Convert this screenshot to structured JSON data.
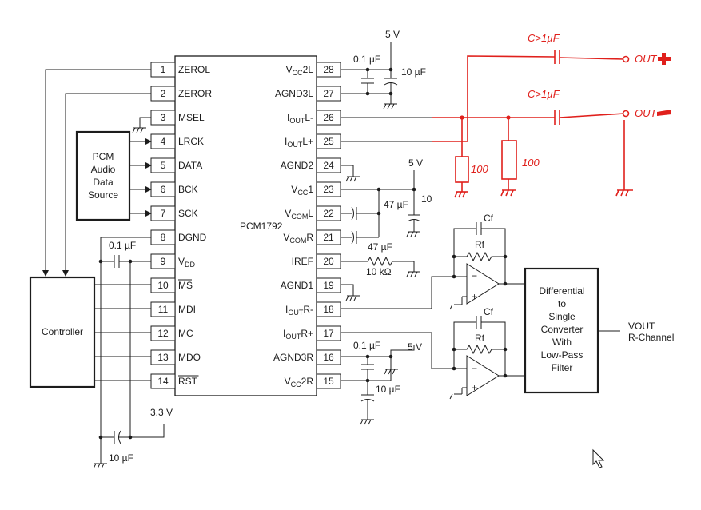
{
  "chip": {
    "name": "PCM1792",
    "left_pins": [
      {
        "num": "1",
        "label": "ZEROL"
      },
      {
        "num": "2",
        "label": "ZEROR"
      },
      {
        "num": "3",
        "label": "MSEL"
      },
      {
        "num": "4",
        "label": "LRCK"
      },
      {
        "num": "5",
        "label": "DATA"
      },
      {
        "num": "6",
        "label": "BCK"
      },
      {
        "num": "7",
        "label": "SCK"
      },
      {
        "num": "8",
        "label": "DGND"
      },
      {
        "num": "9",
        "label": "VDD"
      },
      {
        "num": "10",
        "label": "MS"
      },
      {
        "num": "11",
        "label": "MDI"
      },
      {
        "num": "12",
        "label": "MC"
      },
      {
        "num": "13",
        "label": "MDO"
      },
      {
        "num": "14",
        "label": "RST"
      }
    ],
    "right_pins": [
      {
        "num": "28",
        "label": "VCC2L"
      },
      {
        "num": "27",
        "label": "AGND3L"
      },
      {
        "num": "26",
        "label": "IOUTL-"
      },
      {
        "num": "25",
        "label": "IOUTL+"
      },
      {
        "num": "24",
        "label": "AGND2"
      },
      {
        "num": "23",
        "label": "VCC1"
      },
      {
        "num": "22",
        "label": "VCOML"
      },
      {
        "num": "21",
        "label": "VCOMR"
      },
      {
        "num": "20",
        "label": "IREF"
      },
      {
        "num": "19",
        "label": "AGND1"
      },
      {
        "num": "18",
        "label": "IOUTR-"
      },
      {
        "num": "17",
        "label": "IOUTR+"
      },
      {
        "num": "16",
        "label": "AGND3R"
      },
      {
        "num": "15",
        "label": "VCC2R"
      }
    ]
  },
  "blocks": {
    "pcm_source": [
      "PCM",
      "Audio",
      "Data",
      "Source"
    ],
    "controller": "Controller",
    "converter": [
      "Differential",
      "to",
      "Single",
      "Converter",
      "With",
      "Low-Pass",
      "Filter"
    ]
  },
  "components": {
    "supply_top": "5 V",
    "cap_01_top": "0.1 µF",
    "cap_10_top": "10 µF",
    "supply_mid": "5 V",
    "cap_47_vcom": "47 µF",
    "cap_10_mid": "10",
    "cap_47_iref": "47 µF",
    "res_iref": "10 kΩ",
    "cap_01_vdd": "0.1 µF",
    "cap_01_bot": "0.1 µF",
    "supply_bot": "5 V",
    "cap_10_bot": "10 µF",
    "supply_33": "3.3 V",
    "cap_10_33": "10 µF",
    "cf1": "Cf",
    "rf1": "Rf",
    "cf2": "Cf",
    "rf2": "Rf"
  },
  "vout": {
    "label": "VOUT",
    "sub": "R-Channel"
  },
  "annotations": {
    "c_top": "C>1µF",
    "c_mid": "C>1µF",
    "out_top": "OUT",
    "out_mid": "OUT",
    "r1": "100",
    "r2": "100"
  },
  "colors": {
    "ink": "#1c1c1c",
    "annotation_red": "#e0201c",
    "background": "#ffffff"
  }
}
